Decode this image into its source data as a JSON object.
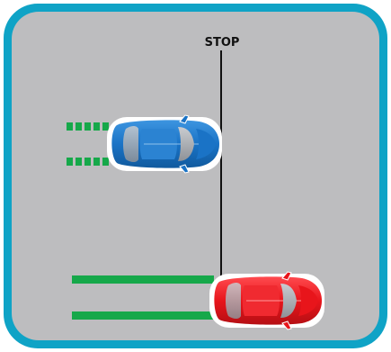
{
  "stop_label": "STOP",
  "colors": {
    "frame": "#0fa3c6",
    "road": "#bdbdbf",
    "line": "#111111",
    "trail_marks": "#16a84a",
    "car_blue": "#1a73c6",
    "car_red": "#e8151b"
  },
  "cars": [
    {
      "name": "blue-car",
      "motion_trail": "dashed"
    },
    {
      "name": "red-car",
      "motion_trail": "solid"
    }
  ]
}
